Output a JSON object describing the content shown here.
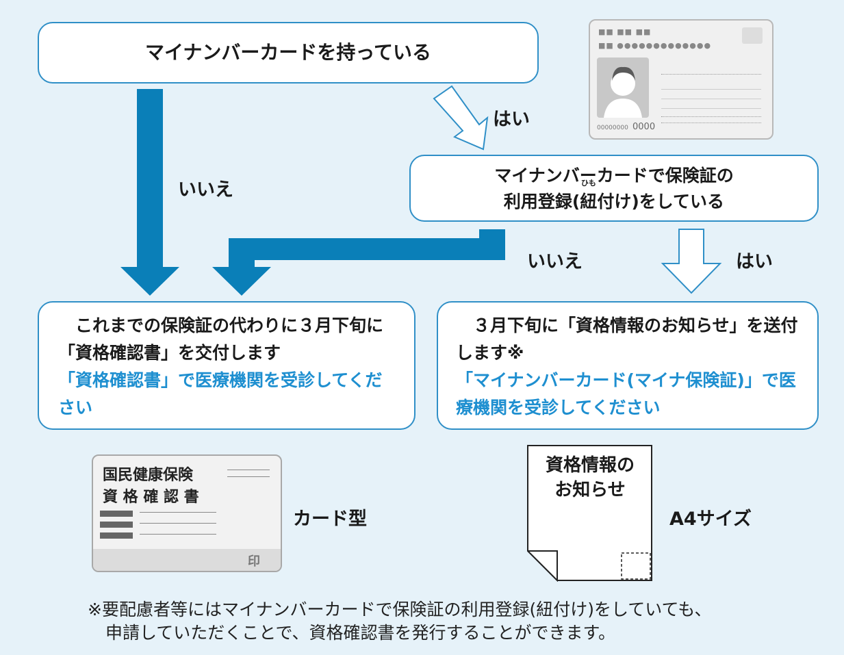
{
  "nodes": {
    "have_card": {
      "text": "マイナンバーカードを持っている"
    },
    "registered": {
      "line1": "マイナンバーカードで保険証の",
      "line2_a": "利用登録(",
      "line2_ruby_base": "紐",
      "line2_ruby_text": "ひも",
      "line2_b": "付け)をしている"
    },
    "result_left": {
      "black": "　これまでの保険証の代わりに３月下旬に「資格確認書」を交付します",
      "blue": "「資格確認書」で医療機関を受診してください"
    },
    "result_right": {
      "black": "　３月下旬に「資格情報のお知らせ」を送付します※",
      "blue": "「マイナンバーカード(マイナ保険証)」で医療機関を受診してください"
    }
  },
  "edges": {
    "no1": "いいえ",
    "yes1": "はい",
    "no2": "いいえ",
    "yes2": "はい"
  },
  "illustrations": {
    "mynumber_card": {
      "row1": "■■ ■■ ■■",
      "row2": "■■ ●●●●●●●●●●●●●",
      "number": "0000",
      "small_id": "00000000"
    },
    "cert_card": {
      "line1": "国民健康保険",
      "line2": "資 格 確 認 書",
      "stamp": "印",
      "caption": "カード型"
    },
    "notice_doc": {
      "line1": "資格情報の",
      "line2": "お知らせ",
      "caption": "A4サイズ"
    }
  },
  "footnote": {
    "line1": "※要配慮者等にはマイナンバーカードで保険証の利用登録(紐付け)をしていても、",
    "line2": "申請していただくことで、資格確認書を発行することができます。"
  },
  "colors": {
    "arrow_fill": "#0a7fb8",
    "box_border": "#2f8fc7",
    "accent_text": "#1e8fd0",
    "background": "#e6f2f9"
  }
}
